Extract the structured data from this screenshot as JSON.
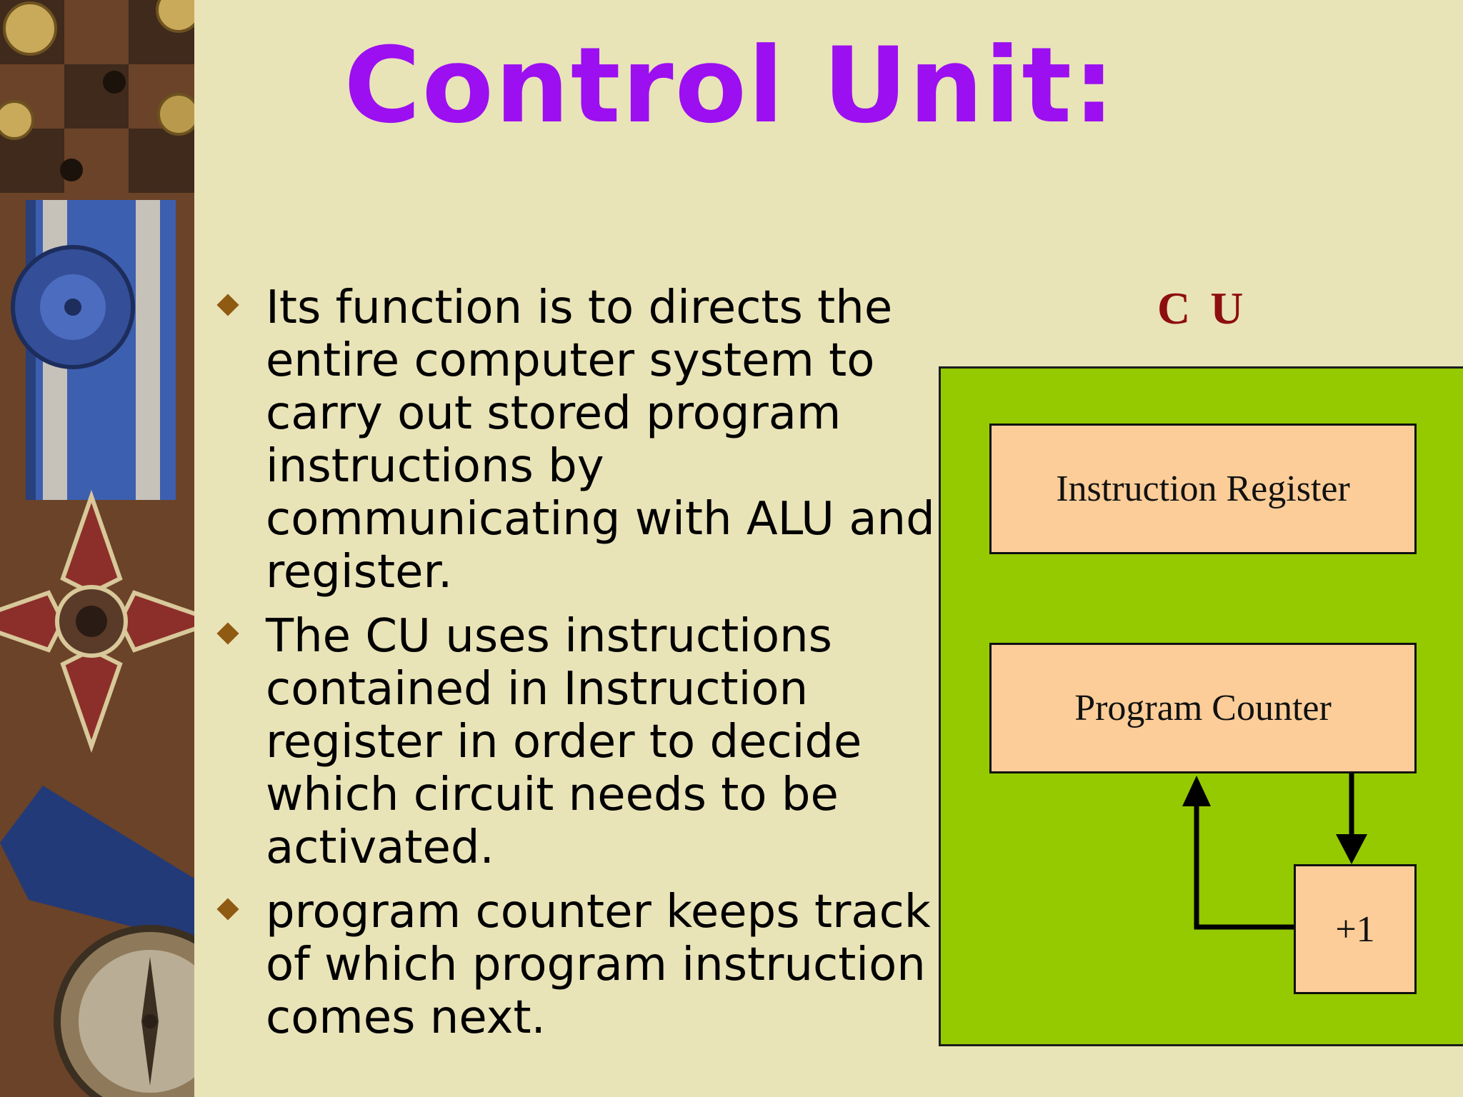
{
  "slide": {
    "title": "Control Unit:",
    "bullets": [
      "Its function is to directs the entire computer system to carry out stored program instructions by communicating with ALU and register.",
      "The CU uses instructions contained in Instruction register in order to decide which circuit needs to be activated.",
      "program counter keeps track of which program instruction comes next."
    ]
  },
  "diagram": {
    "label": "C U",
    "instruction_register": "Instruction Register",
    "program_counter": "Program Counter",
    "increment": "+1"
  },
  "colors": {
    "background": "#e9e3b8",
    "title": "#9b0ff0",
    "cu_label": "#8c0e0e",
    "cu_box": "#95ca00",
    "register_box": "#fccd98",
    "bullet_mark": "#8f5a12"
  }
}
